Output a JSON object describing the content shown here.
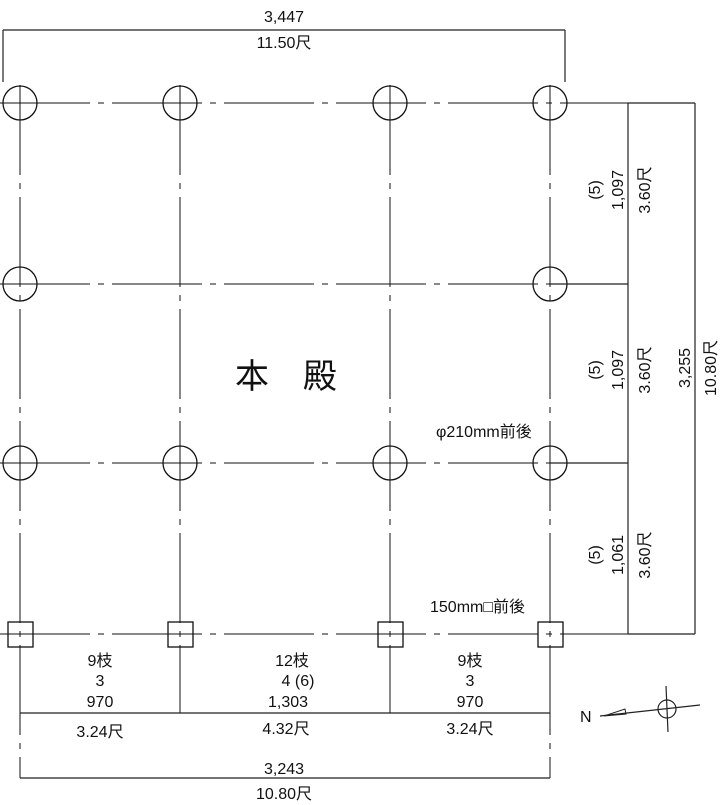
{
  "title": "本　殿",
  "top_dimension": {
    "mm": "3,447",
    "shaku": "11.50尺"
  },
  "bottom_total": {
    "mm": "3,243",
    "shaku": "10.80尺"
  },
  "bottom_spans": [
    {
      "rafters": "9枝",
      "count": "3",
      "mm": "970",
      "shaku": "3.24尺"
    },
    {
      "rafters": "12枝",
      "count": "4 (6)",
      "mm": "1,303",
      "shaku": "4.32尺"
    },
    {
      "rafters": "9枝",
      "count": "3",
      "mm": "970",
      "shaku": "3.24尺"
    }
  ],
  "right_spans": [
    {
      "count": "(5)",
      "mm": "1,097",
      "shaku": "3.60尺"
    },
    {
      "count": "(5)",
      "mm": "1,097",
      "shaku": "3.60尺"
    },
    {
      "count": "(5)",
      "mm": "1,061",
      "shaku": "3.60尺"
    }
  ],
  "right_total": {
    "mm": "3,255",
    "shaku": "10.80尺"
  },
  "round_column_note": "φ210mm前後",
  "square_column_note": "150mm□前後",
  "north_label": "N"
}
